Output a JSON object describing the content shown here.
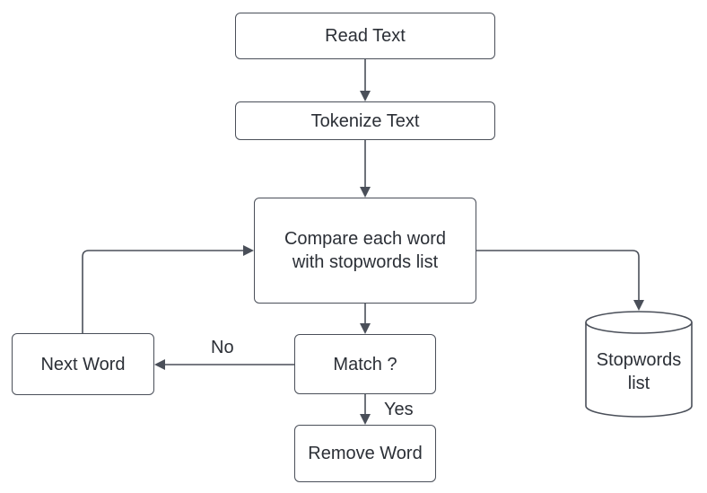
{
  "nodes": {
    "read_text": "Read Text",
    "tokenize_text": "Tokenize Text",
    "compare": "Compare each word with stopwords list",
    "match": "Match ?",
    "next_word": "Next Word",
    "remove_word": "Remove Word",
    "stopwords_list": "Stopwords list"
  },
  "edges": {
    "no_label": "No",
    "yes_label": "Yes"
  },
  "colors": {
    "stroke": "#4a4f59",
    "text": "#2b2f36",
    "background": "#ffffff"
  }
}
